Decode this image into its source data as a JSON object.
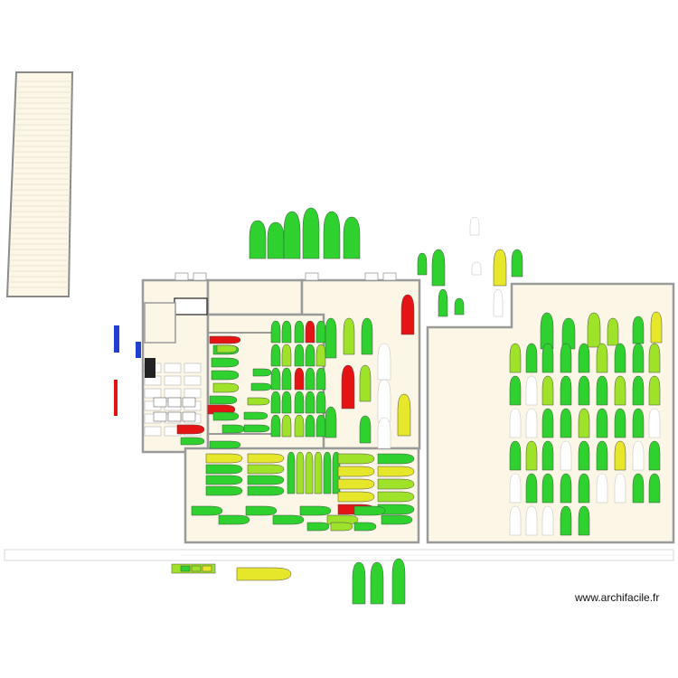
{
  "app": {
    "watermark": "www.archifacile.fr"
  },
  "colors": {
    "wall": "#9a9a9a",
    "floor": "#fbf6e6",
    "boat_green": "#2fd12f",
    "boat_lime": "#9ee22a",
    "boat_yellow": "#e6e62a",
    "boat_red": "#e41414",
    "boat_white": "#ffffff",
    "stair": "#1e3fd0",
    "furniture": "#777777"
  },
  "plan": {
    "rooms": [
      {
        "id": "annex-building"
      },
      {
        "id": "workshop-block"
      },
      {
        "id": "left-hall"
      },
      {
        "id": "center-hall"
      },
      {
        "id": "lower-hall"
      },
      {
        "id": "right-hall"
      }
    ],
    "boats_outside_top": [
      "green",
      "green",
      "green",
      "green",
      "green",
      "green"
    ],
    "boats_bottom_bar": [
      "green",
      "lime",
      "yellow"
    ],
    "boat_bottom_long": "yellow",
    "boats_bottom_vertical": [
      "green",
      "green",
      "green"
    ],
    "boats_right_entry": [
      "green",
      "green",
      "white",
      "yellow",
      "green",
      "green",
      "green",
      "white",
      "white"
    ],
    "left_hall_boats": [
      "red",
      "green",
      "green",
      "green",
      "lime",
      "red",
      "green",
      "green",
      "lime",
      "green",
      "green",
      "green",
      "green",
      "red",
      "green",
      "lime",
      "green",
      "green",
      "white",
      "white",
      "white",
      "white",
      "white",
      "white"
    ],
    "center_hall_boats": [
      "green",
      "green",
      "green",
      "green",
      "green",
      "green",
      "lime",
      "green",
      "green",
      "lime",
      "green",
      "green",
      "red",
      "green",
      "lime",
      "red",
      "green",
      "green",
      "green",
      "green",
      "green",
      "lime",
      "green",
      "green",
      "green"
    ],
    "center_right_column": [
      "red",
      "green",
      "lime",
      "green",
      "white",
      "red",
      "white",
      "lime",
      "yellow",
      "green",
      "white",
      "green"
    ],
    "lower_hall_boats": [
      "yellow",
      "yellow",
      "green",
      "lime",
      "green",
      "green",
      "green",
      "green",
      "green",
      "lime",
      "lime",
      "lime",
      "green",
      "green",
      "lime",
      "green",
      "yellow",
      "yellow",
      "yellow",
      "lime",
      "yellow",
      "lime",
      "red",
      "green",
      "green",
      "green",
      "green",
      "green",
      "green",
      "lime",
      "green",
      "green",
      "green",
      "lime",
      "green"
    ],
    "right_hall_boats": [
      "green",
      "green",
      "lime",
      "lime",
      "green",
      "yellow",
      "lime",
      "green",
      "green",
      "green",
      "green",
      "lime",
      "green",
      "green",
      "lime",
      "green",
      "white",
      "lime",
      "green",
      "green",
      "green",
      "lime",
      "green",
      "lime",
      "white",
      "white",
      "green",
      "green",
      "lime",
      "green",
      "green",
      "green",
      "white",
      "green",
      "lime",
      "green",
      "white",
      "green",
      "green",
      "yellow",
      "white",
      "green",
      "white",
      "green",
      "green",
      "green",
      "green",
      "white",
      "white",
      "green",
      "green",
      "white",
      "white",
      "white",
      "green",
      "green"
    ]
  }
}
